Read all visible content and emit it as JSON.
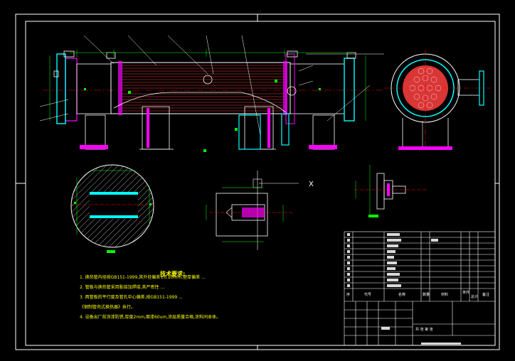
{
  "notes": {
    "title": "技术要求:",
    "items": [
      "1. 换热管内径按GB151-1999,其外径偏差±0.20mm,壁厚偏差 ...",
      "2. 管板与换热管采用胀接加焊接,其严密性 ...",
      "3. 两管板的平行度及管孔中心偏差,按GB151-1999 ...",
      "   《钢制管壳式换热器》执行。",
      "4. 设备出厂前涂漆防锈,厚度2mm,面漆60um,涂层质量合格,涂料同本体。"
    ]
  },
  "title_block": {
    "headers": [
      "序",
      "代号",
      "名称",
      "数量",
      "材料",
      "单件",
      "总计",
      "备注"
    ],
    "sheet_label": "共 张 第 张"
  },
  "colors": {
    "background": "#000000",
    "outline": "#ffffff",
    "section_fill": "#ff00ff",
    "dimension": "#00ff00",
    "shell": "#00ffff",
    "tube_bundle": "#ff4040",
    "centerline": "#ff0000",
    "text": "#ffff00"
  }
}
